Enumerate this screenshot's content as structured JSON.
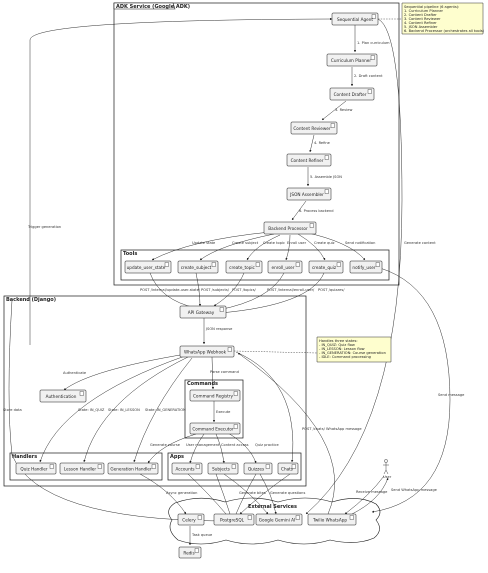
{
  "packages": {
    "adk": "ADK Service (Google ADK)",
    "tools": "Tools",
    "backend": "Backend (Django)",
    "commands": "Commands",
    "handlers": "Handlers",
    "apps": "Apps",
    "external": "External Services"
  },
  "nodes": {
    "sequential_agent": "Sequential Agent",
    "curriculum_planner": "Curriculum Planner",
    "content_drafter": "Content Drafter",
    "content_reviewer": "Content Reviewer",
    "content_refiner": "Content Refiner",
    "json_assembler": "JSON Assembler",
    "backend_processor": "Backend Processor",
    "update_user_state": "update_user_state",
    "create_subject": "create_subject",
    "create_topic": "create_topic",
    "enroll_user": "enroll_user",
    "create_quiz": "create_quiz",
    "notify_user": "notify_user",
    "api_gateway": "API Gateway",
    "whatsapp_webhook": "WhatsApp Webhook",
    "command_registry": "Command Registry",
    "command_executor": "Command Executor",
    "quiz_handler": "Quiz Handler",
    "lesson_handler": "Lesson Handler",
    "generation_handler": "Generation Handler",
    "accounts": "Accounts",
    "subjects": "Subjects",
    "quizzes": "Quizzes",
    "chats": "Chats",
    "authentication": "Authentication",
    "celery": "Celery",
    "postgresql": "PostgreSQL",
    "gemini": "Google Gemini AI",
    "twilio": "Twilio WhatsApp",
    "redis": "Redis",
    "user": "User"
  },
  "edges": {
    "plan": "1. Plan curriculum",
    "draft": "2. Draft content",
    "review": "3. Review",
    "refine": "4. Refine",
    "assemble": "5. Assemble JSON",
    "process": "6. Process backend",
    "update_state": "Update state",
    "create_subject": "Create subject",
    "create_topic": "Create topic",
    "enroll_user": "Enroll user",
    "create_quiz": "Create quiz",
    "send_notification": "Send notification",
    "post_update": "POST /internal/update-user-state/",
    "post_subjects": "POST /subjects/",
    "post_topics": "POST /topics/",
    "post_enroll": "POST /internal/enroll-user/",
    "post_quizzes": "POST /quizzes/",
    "json_response": "JSON response",
    "parse_command": "Parse command",
    "execute": "Execute",
    "authenticate": "Authenticate",
    "state_quiz": "State: IN_QUIZ",
    "state_lesson": "State: IN_LESSON",
    "state_generation": "State: IN_GENERATION",
    "generate_course": "Generate course",
    "user_management": "User management",
    "content_access": "Content access",
    "quiz_practice": "Quiz practice",
    "async_generation": "Async generation",
    "generate_bites": "Generate bites",
    "generate_questions": "Generate questions",
    "post_chats": "POST /chats/",
    "whatsapp_message": "WhatsApp message",
    "send_message": "Send message",
    "receive_message": "Receive message",
    "send_whatsapp": "Send WhatsApp message",
    "task_queue": "Task queue",
    "store_data": "Store data",
    "trigger_generation": "Trigger generation",
    "generate_content": "Generate content"
  },
  "notes": {
    "pipeline": [
      "Sequential pipeline (6 agents):",
      "1. Curriculum Planner",
      "2. Content Drafter",
      "3. Content Reviewer",
      "4. Content Refiner",
      "5. JSON Assembler",
      "6. Backend Processor (orchestrates all tools)"
    ],
    "webhook": [
      "Handles three states:",
      "- IN_QUIZ: Quiz flow",
      "- IN_LESSON: Lesson flow",
      "- IN_GENERATION: Course generation",
      "- IDLE: Command processing"
    ]
  }
}
